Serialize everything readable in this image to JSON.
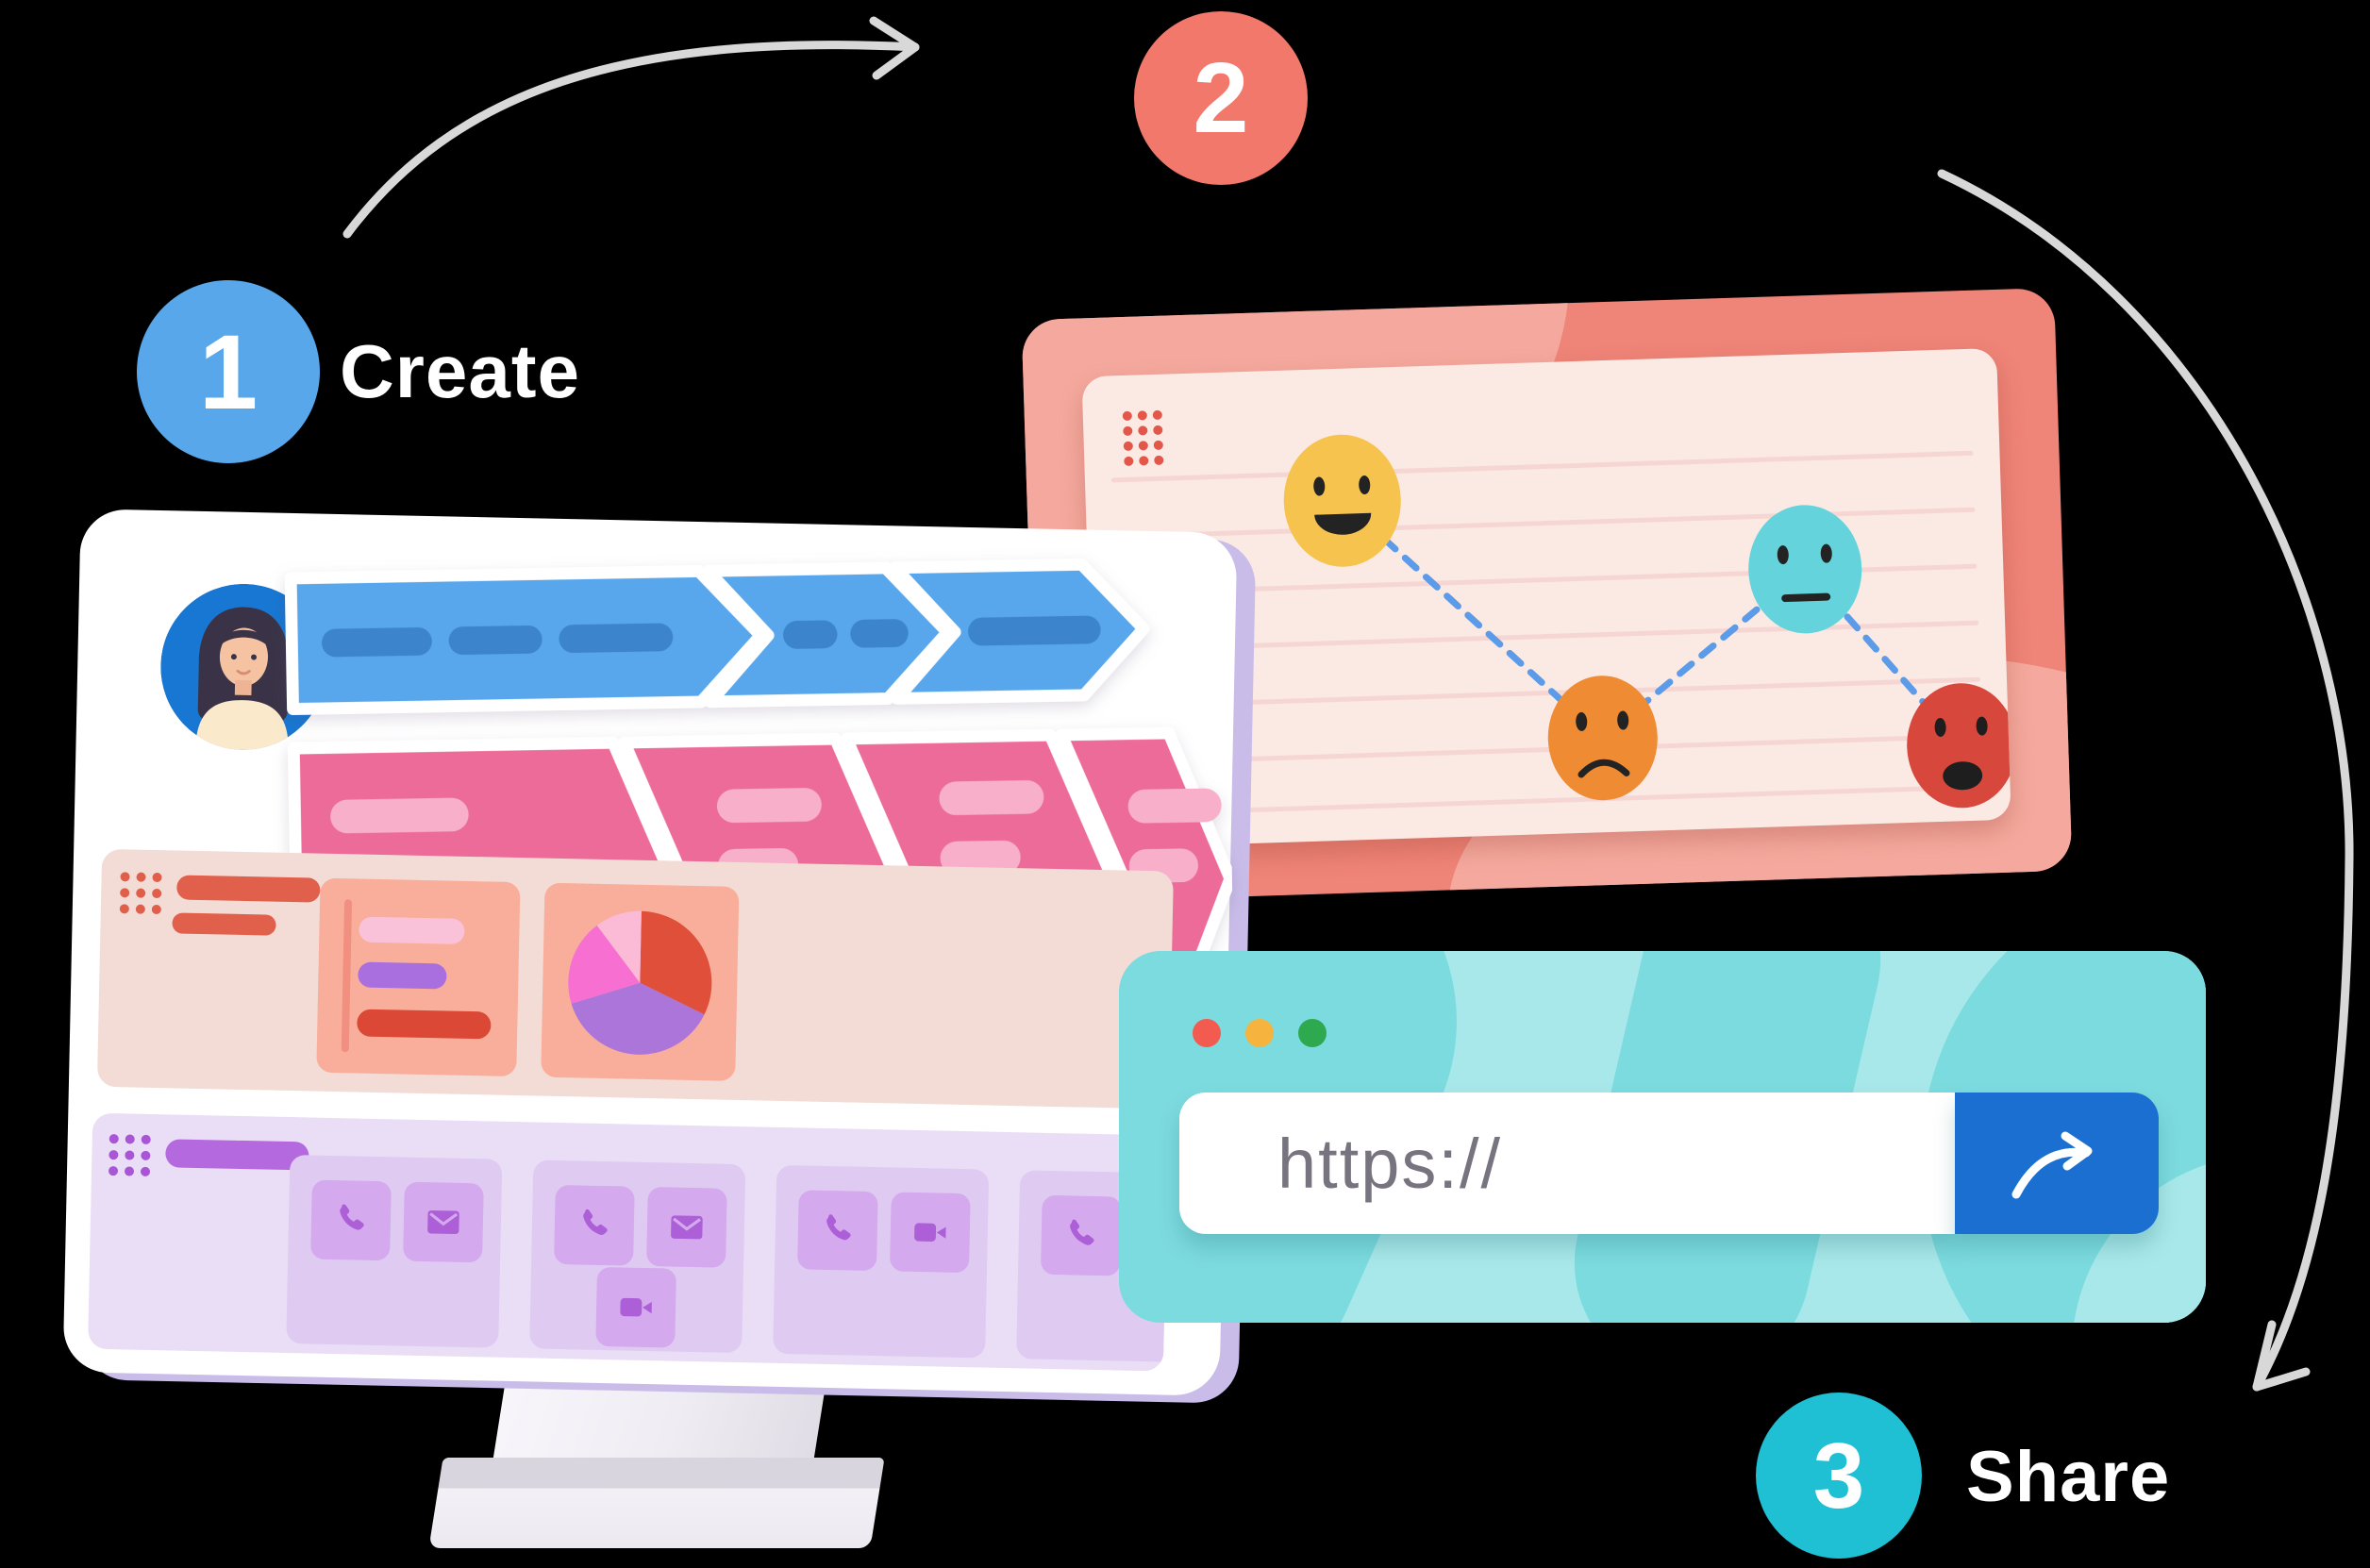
{
  "title": "Create and Share three-step workflow illustration",
  "steps": {
    "one": {
      "number": "1",
      "label": "Create",
      "badge_color": "#58A7EB"
    },
    "two": {
      "number": "2",
      "badge_color": "#F2786B"
    },
    "three": {
      "number": "3",
      "label": "Share",
      "badge_color": "#1FBFD4"
    }
  },
  "connector_arrows": {
    "color": "#D8D8D8",
    "count": 2
  },
  "monitor_screen": {
    "avatar": "woman-avatar",
    "journey_map": {
      "row1": {
        "color": "#58A6EB",
        "pill_color": "#3C84CB",
        "segments": [
          {
            "pills": 3
          },
          {
            "pills": 2
          },
          {
            "pills": 1
          }
        ]
      },
      "row2": {
        "color": "#ED6B98",
        "pill_color": "#F8AFC9",
        "segments": [
          {
            "pills": 3
          },
          {
            "pills": 2
          },
          {
            "pills": 3
          },
          {
            "pills": 2
          }
        ]
      }
    },
    "analytics_panel": {
      "background": "#F3DCD6",
      "accent": "#DF5F4B",
      "title_lines": 2,
      "bar_chart": {
        "type": "bar",
        "orientation": "horizontal",
        "bars": [
          {
            "color": "#F9C2D9",
            "length": 0.55
          },
          {
            "color": "#AA6FDE",
            "length": 0.46
          },
          {
            "color": "#DB4936",
            "length": 0.7
          }
        ]
      },
      "pie_chart": {
        "type": "pie",
        "slices": [
          {
            "color": "#DF4F3A",
            "value": 32
          },
          {
            "color": "#AB75DA",
            "value": 38
          },
          {
            "color": "#F66FD1",
            "value": 20
          },
          {
            "color": "#FBBBD7",
            "value": 10
          }
        ]
      }
    },
    "contacts_panel": {
      "background": "#EADEF6",
      "accent": "#B469DF",
      "cards": [
        {
          "icons": [
            "phone",
            "mail"
          ]
        },
        {
          "icons": [
            "phone",
            "mail",
            "video"
          ]
        },
        {
          "icons": [
            "phone",
            "video"
          ]
        },
        {
          "icons": [
            "phone",
            "mail"
          ]
        }
      ]
    }
  },
  "mood_board": {
    "background": "#EF8478",
    "note_background": "#FBE9E4",
    "ruled_lines": 7,
    "connector_color": "#5B9BE8",
    "moods": [
      {
        "name": "happy",
        "color": "#F6C44E"
      },
      {
        "name": "sad",
        "color": "#EF8B33"
      },
      {
        "name": "neutral",
        "color": "#64D3DC"
      },
      {
        "name": "angry",
        "color": "#D8473B"
      }
    ]
  },
  "browser_window": {
    "background": "#A9E8EA",
    "traffic_lights": [
      "#F35B50",
      "#F6B33E",
      "#2FA94F"
    ],
    "url_text": "https://",
    "share_button_color": "#1A6FD1"
  }
}
